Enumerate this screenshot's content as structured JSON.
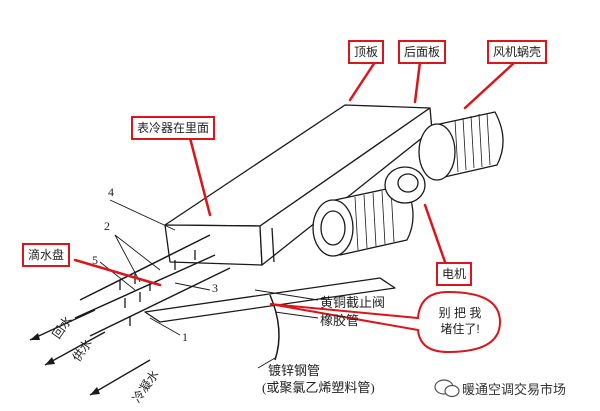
{
  "callouts": {
    "top_panel": "顶板",
    "rear_panel": "后面板",
    "fan_housing": "风机蜗壳",
    "coil_inside": "表冷器在里面",
    "drip_tray": "滴水盘",
    "motor": "电机"
  },
  "labels": {
    "brass_valve": "黄铜截止阀",
    "rubber_hose": "橡胶管",
    "galv_pipe_line1": "镀锌钢管",
    "galv_pipe_line2": "(或聚氯乙烯塑料管)"
  },
  "numbers": {
    "n1": "1",
    "n2": "2",
    "n3": "3",
    "n4": "4",
    "n5": "5"
  },
  "pipes": {
    "return": "回水",
    "supply": "供水",
    "condensate": "冷凝水"
  },
  "bubble": {
    "line1": "别 把 我",
    "line2": "堵住了!"
  },
  "watermark": {
    "icon": "wechat-icon",
    "text": "暖通空调交易市场"
  },
  "colors": {
    "callout_border": "#d8161b",
    "line": "#1a1a1a"
  }
}
